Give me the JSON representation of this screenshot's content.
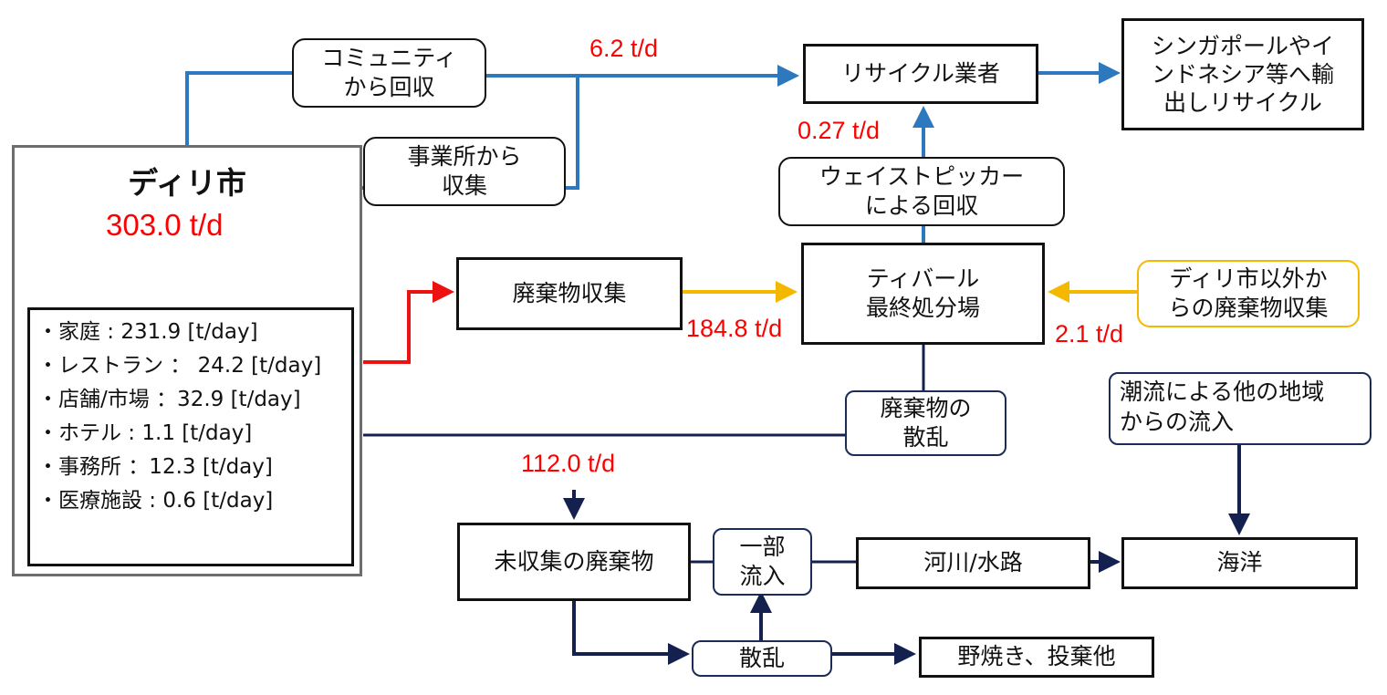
{
  "city": {
    "name": "ディリ市",
    "total": "303.0 t/d",
    "sources": [
      "・家庭 : 231.9 [t/day]",
      "・レストラン ： 24.2 [t/day]",
      "・店舗/市場 ：32.9 [t/day]",
      "・ホテル : 1.1 [t/day]",
      "・事務所 ：12.3 [t/day]",
      "・医療施設 : 0.6 [t/day]"
    ]
  },
  "nodes": {
    "community": "コミュニティ\nから回収",
    "office": "事業所から\n収集",
    "recycler": "リサイクル業者",
    "export": "シンガポールやイ\nンドネシア等へ輸\n出しリサイクル",
    "picker": "ウェイストピッカー\nによる回収",
    "collection": "廃棄物収集",
    "landfill": "ティバール\n最終処分場",
    "outside": "ディリ市以外か\nらの廃棄物収集",
    "scatter1": "廃棄物の\n散乱",
    "tidal": "潮流による他の地域\nからの流入",
    "uncollected": "未収集の廃棄物",
    "partial": "一部\n流入",
    "river": "河川/水路",
    "ocean": "海洋",
    "scatter2": "散乱",
    "burning": "野焼き、投棄他"
  },
  "flows": {
    "to_recycler": "6.2 t/d",
    "picker_to_recycler": "0.27 t/d",
    "collection_to_landfill": "184.8 t/d",
    "outside_to_landfill": "2.1 t/d",
    "uncollected": "112.0 t/d"
  },
  "colors": {
    "blue": "#2e78bd",
    "red": "#ee1111",
    "gold": "#f5b800",
    "navy": "#14214f",
    "label": "#ff0000"
  }
}
